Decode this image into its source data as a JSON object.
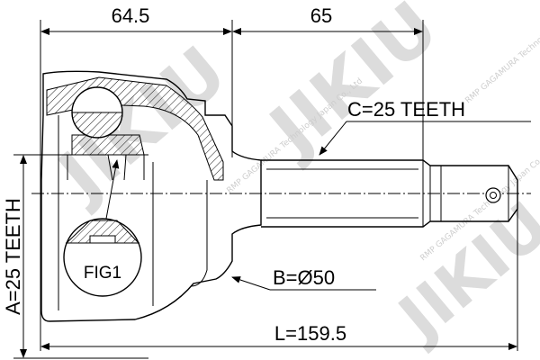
{
  "dimensions": {
    "boot_length": "64.5",
    "shaft_length": "65",
    "spline_outer": "C=25 TEETH",
    "spline_inner": "A=25 TEETH",
    "abs_ring": "B=Ø50",
    "total_length": "L=159.5"
  },
  "detail_label": "FIG1",
  "watermark": {
    "brand": "JIKIU",
    "caption": "RMP GAGAMURA Technology Japan Co., Ltd"
  }
}
